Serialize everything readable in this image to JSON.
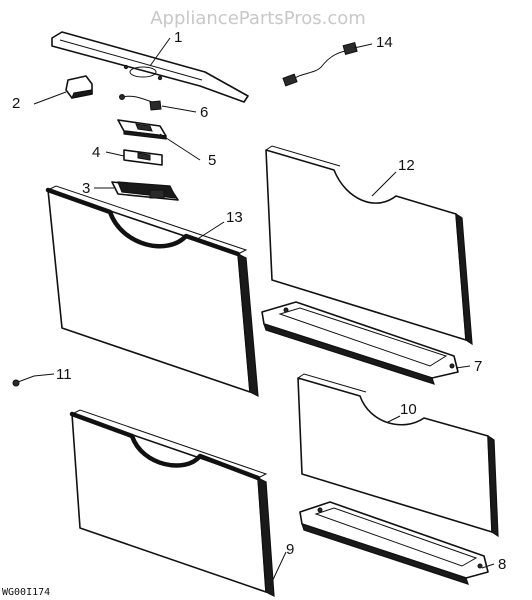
{
  "watermark": "AppliancePartsPros.com",
  "drawing_id": "WG00I174",
  "callouts": {
    "c1": "1",
    "c2": "2",
    "c3": "3",
    "c4": "4",
    "c5": "5",
    "c6": "6",
    "c7": "7",
    "c8": "8",
    "c9": "9",
    "c10": "10",
    "c11": "11",
    "c12": "12",
    "c13": "13",
    "c14": "14"
  },
  "colors": {
    "ink": "#111111",
    "watermark": "#c8c8c8",
    "background": "#ffffff"
  }
}
